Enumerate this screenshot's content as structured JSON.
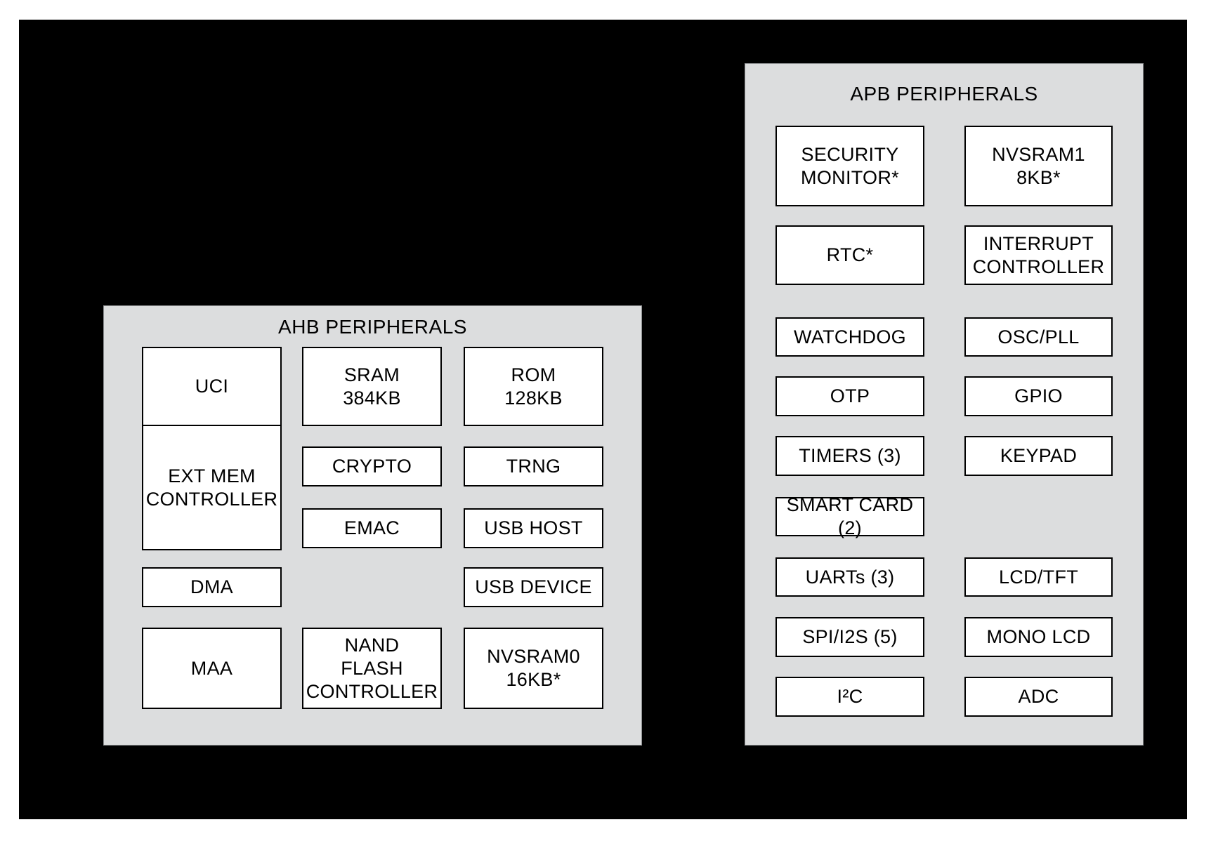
{
  "colors": {
    "page_bg": "#ffffff",
    "board_bg": "#000000",
    "panel_bg": "#dcddde",
    "panel_border": "#8c8e90",
    "block_bg": "#ffffff",
    "block_border": "#000000",
    "text": "#000000"
  },
  "ahb": {
    "title": "AHB PERIPHERALS",
    "blocks": [
      {
        "label": "UCI"
      },
      {
        "label": "EXT MEM\nCONTROLLER"
      },
      {
        "label": "SRAM\n384KB"
      },
      {
        "label": "ROM\n128KB"
      },
      {
        "label": "CRYPTO"
      },
      {
        "label": "TRNG"
      },
      {
        "label": "EMAC"
      },
      {
        "label": "USB HOST"
      },
      {
        "label": "DMA"
      },
      {
        "label": "USB DEVICE"
      },
      {
        "label": "MAA"
      },
      {
        "label": "NAND\nFLASH\nCONTROLLER"
      },
      {
        "label": "NVSRAM0\n16KB*"
      }
    ]
  },
  "apb": {
    "title": "APB PERIPHERALS",
    "blocks": [
      {
        "label": "SECURITY\nMONITOR*"
      },
      {
        "label": "NVSRAM1\n8KB*"
      },
      {
        "label": "RTC*"
      },
      {
        "label": "INTERRUPT\nCONTROLLER"
      },
      {
        "label": "WATCHDOG"
      },
      {
        "label": "OSC/PLL"
      },
      {
        "label": "OTP"
      },
      {
        "label": "GPIO"
      },
      {
        "label": "TIMERS (3)"
      },
      {
        "label": "KEYPAD"
      },
      {
        "label": "SMART CARD (2)"
      },
      {
        "label": "UARTs (3)"
      },
      {
        "label": "LCD/TFT"
      },
      {
        "label": "SPI/I2S (5)"
      },
      {
        "label": "MONO LCD"
      },
      {
        "label": "I²C"
      },
      {
        "label": "ADC"
      }
    ]
  }
}
